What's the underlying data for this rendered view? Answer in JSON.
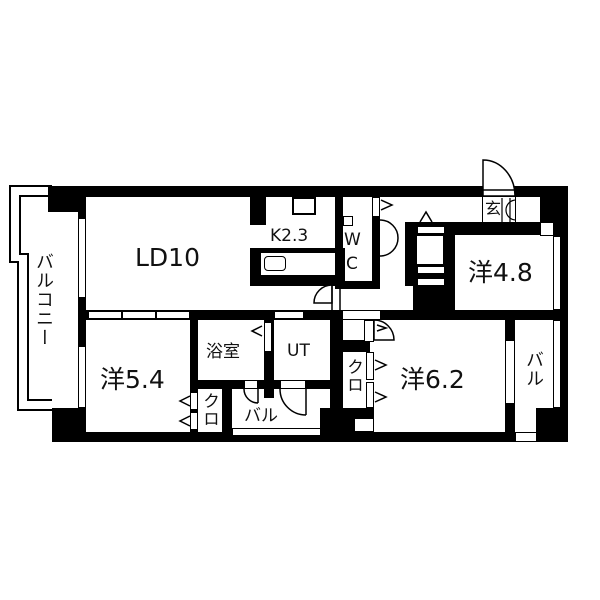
{
  "floor_plan": {
    "rooms": [
      {
        "id": "ld",
        "label": "LD10",
        "type": "living-dining",
        "size_jo": 10
      },
      {
        "id": "kitchen",
        "label": "K2.3",
        "type": "kitchen",
        "size_jo": 2.3
      },
      {
        "id": "wc",
        "label": "WC",
        "label_line1": "W",
        "label_line2": "C",
        "type": "toilet"
      },
      {
        "id": "entrance",
        "label": "玄",
        "type": "entrance"
      },
      {
        "id": "western_48",
        "label": "洋4.8",
        "type": "western-room",
        "size_jo": 4.8
      },
      {
        "id": "western_54",
        "label": "洋5.4",
        "type": "western-room",
        "size_jo": 5.4
      },
      {
        "id": "bath",
        "label": "浴室",
        "type": "bathroom"
      },
      {
        "id": "ut",
        "label": "UT",
        "type": "utility"
      },
      {
        "id": "closet_left",
        "label": "クロ",
        "type": "closet"
      },
      {
        "id": "closet_mid",
        "label": "クロ",
        "type": "closet"
      },
      {
        "id": "western_62",
        "label": "洋6.2",
        "type": "western-room",
        "size_jo": 6.2
      },
      {
        "id": "balcony_bottom",
        "label": "バル",
        "type": "balcony"
      },
      {
        "id": "balcony_right",
        "label": "バル",
        "type": "balcony"
      },
      {
        "id": "balcony_left",
        "label": "バルコニー",
        "type": "balcony"
      }
    ],
    "colors": {
      "wall": "#000000",
      "background": "#ffffff",
      "text": "#111111"
    }
  }
}
